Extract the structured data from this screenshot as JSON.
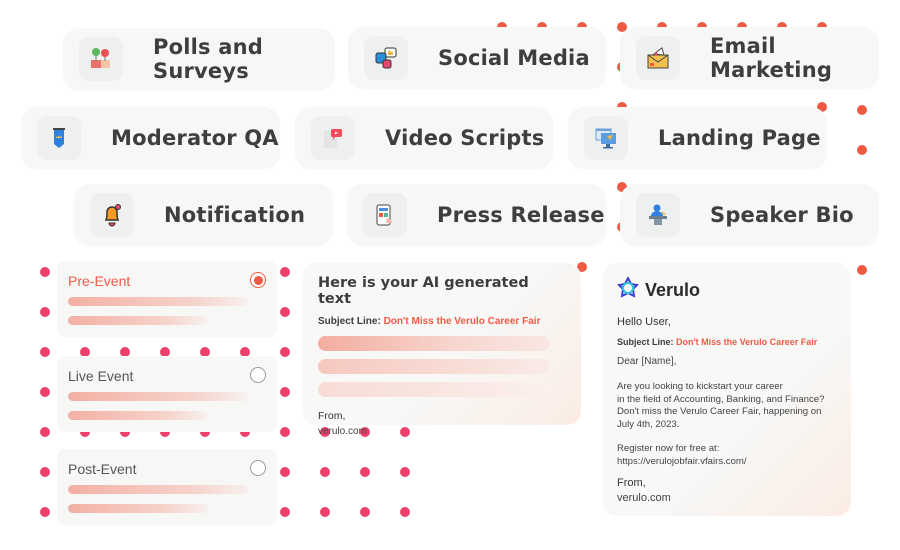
{
  "feature_chips": [
    {
      "label": "Polls and Surveys",
      "icon": "polls-icon"
    },
    {
      "label": "Social Media",
      "icon": "social-media-icon"
    },
    {
      "label": "Email Marketing",
      "icon": "email-marketing-icon"
    },
    {
      "label": "Moderator QA",
      "icon": "moderator-badge-icon"
    },
    {
      "label": "Video Scripts",
      "icon": "video-script-icon"
    },
    {
      "label": "Landing Page",
      "icon": "landing-page-monitor-icon"
    },
    {
      "label": "Notification",
      "icon": "bell-icon"
    },
    {
      "label": "Press Release",
      "icon": "press-release-tablet-icon"
    },
    {
      "label": "Speaker Bio",
      "icon": "speaker-podium-icon"
    }
  ],
  "event_stages": [
    {
      "label": "Pre-Event",
      "selected": true
    },
    {
      "label": "Live Event",
      "selected": false
    },
    {
      "label": "Post-Event",
      "selected": false
    }
  ],
  "ai_card": {
    "heading": "Here is your AI generated text",
    "subject_key": "Subject Line:",
    "subject_value": "Don't Miss the Verulo Career Fair",
    "from": "From,",
    "site": "verulo.com"
  },
  "email_preview": {
    "brand": "Verulo",
    "greeting": "Hello User,",
    "subject_key": "Subject Line:",
    "subject_value": "Don't Miss the Verulo Career Fair",
    "salutation": "Dear [Name],",
    "body_lines": [
      "Are you looking to kickstart your career",
      "in the field of Accounting, Banking, and Finance?",
      "Don't miss the Verulo Career Fair, happening on",
      "July 4th, 2023."
    ],
    "register_lines": [
      "Register now for free at:",
      "https://verulojobfair.vfairs.com/"
    ],
    "from": "From,",
    "site": "verulo.com"
  },
  "colors": {
    "accent": "#ef5a45",
    "dot_orange": "#f05a44",
    "dot_pink": "#ee416a",
    "card_bg": "#f7f7f6"
  }
}
